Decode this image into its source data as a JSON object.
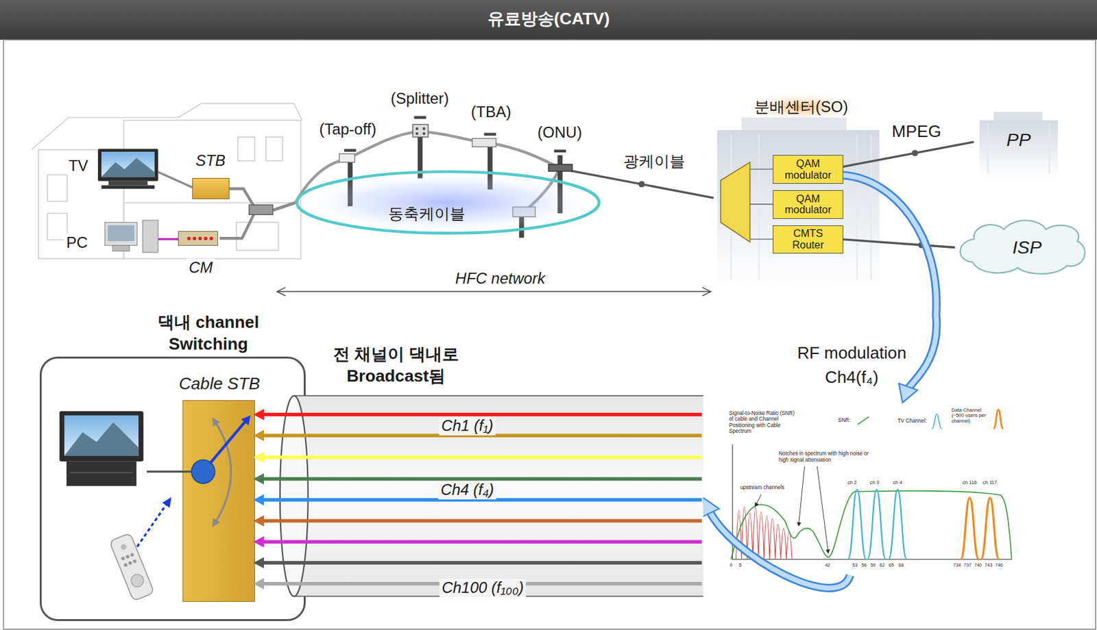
{
  "diagram": {
    "title": "유료방송(CATV)",
    "nodes": [
      {
        "text": [
          "STB"
        ]
      },
      {
        "text": [
          "CM"
        ]
      },
      {
        "text": [
          "동축케이블"
        ]
      },
      {
        "text": [
          "분배센터(SO)"
        ]
      },
      {
        "text": [
          "QAM modulator"
        ],
        "in": 3
      },
      {
        "text": [
          "QAM modulator"
        ],
        "in": 3
      },
      {
        "text": [
          "CMTS Router"
        ],
        "in": 3
      },
      {
        "text": [
          "PP"
        ]
      },
      {
        "text": [
          "ISP"
        ]
      },
      {
        "text": [
          "댁내 channel Switching"
        ]
      },
      {
        "text": [
          "Cable STB"
        ],
        "in": 9
      },
      {
        "text": [
          "전 채널이 댁내로 Broadcast됨",
          "Ch1 (f₁)",
          "Ch4 (f₄)",
          "Ch100 (f₁₀₀)"
        ]
      },
      {
        "text": [
          "Signal-to-Noise Ratio (SNR) of cable and Channel Positioning with Cable Spectrum",
          "Notches in spectrum with high noise or high signal attenuation",
          "upstream channels",
          "ch 2",
          "ch 3",
          "ch 4",
          "ch 116",
          "ch 117",
          "0",
          "5",
          "42",
          "53",
          "56",
          "59",
          "62",
          "65",
          "68",
          "734",
          "737",
          "740",
          "743",
          "746"
        ]
      }
    ],
    "edges": [
      {
        "from": 0,
        "to": 2,
        "arrow": "none"
      },
      {
        "from": 1,
        "to": 2,
        "arrow": "none"
      },
      {
        "from": 2,
        "to": 3,
        "label": "광케이블",
        "arrow": "none"
      },
      {
        "from": 4,
        "to": 7,
        "label": "MPEG",
        "arrow": "none"
      },
      {
        "from": 6,
        "to": 8,
        "arrow": "none"
      },
      {
        "from": 4,
        "to": 12,
        "label": "RF modulation Ch4(f₄)",
        "arrow": "to"
      },
      {
        "from": 12,
        "to": 11,
        "arrow": "to"
      }
    ],
    "labels": [
      "TV",
      "PC",
      "(Tap-off)",
      "(Splitter)",
      "(TBA)",
      "(ONU)",
      "HFC network"
    ],
    "legend": [
      {
        "text": "SNR:"
      },
      {
        "text": "TV Channel:"
      },
      {
        "text": "Data Channel (~500 users per channel)"
      }
    ]
  }
}
